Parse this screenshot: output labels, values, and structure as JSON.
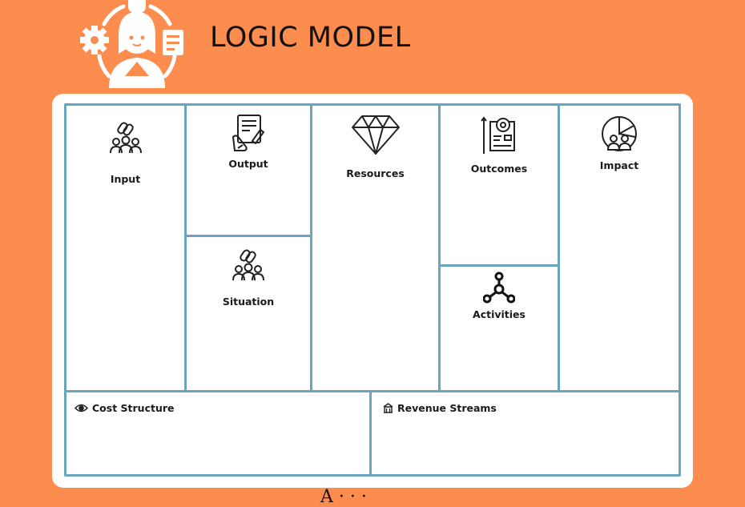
{
  "header": {
    "title": "LOGIC MODEL"
  },
  "cells": {
    "input": {
      "label": "Input",
      "icon": "chain-people-icon"
    },
    "output": {
      "label": "Output",
      "icon": "document-pen-icon"
    },
    "resources": {
      "label": "Resources",
      "icon": "diamond-icon"
    },
    "outcomes": {
      "label": "Outcomes",
      "icon": "growth-board-icon"
    },
    "impact": {
      "label": "Impact",
      "icon": "pie-people-icon"
    },
    "situation": {
      "label": "Situation",
      "icon": "chain-people-icon"
    },
    "activities": {
      "label": "Activities",
      "icon": "network-nodes-icon"
    },
    "cost_structure": {
      "label": "Cost Structure",
      "icon": "coin-eye-icon"
    },
    "revenue_streams": {
      "label": "Revenue Streams",
      "icon": "building-icon"
    }
  },
  "footer": {
    "text": "A   ·   ·  ·"
  },
  "colors": {
    "background": "#fd8c4f",
    "border": "#6ba5bd",
    "board": "#ffffff"
  }
}
